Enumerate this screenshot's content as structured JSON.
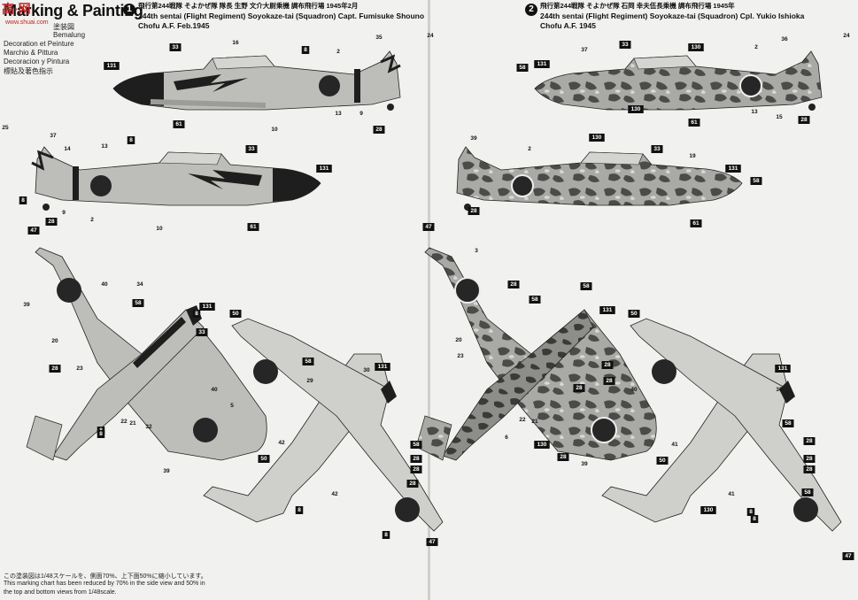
{
  "header": {
    "title": "Marking & Painting",
    "title_jp": "塗装図",
    "subtitles": [
      "Bemalung",
      "Decoration et Peinture",
      "Marchio & Pittura",
      "Decoracion y Pintura",
      "標貼及著色指示"
    ]
  },
  "watermark": {
    "brand": "高·网",
    "url": "www.shuai.com"
  },
  "scheme1": {
    "number": "1",
    "caption_jp": "飛行第244戦隊 そよかぜ隊 隊長 生野 文介大尉乗機 調布飛行場 1945年2月",
    "caption_en1": "244th sentai (Flight Regiment) Soyokaze-tai (Squadron) Capt. Fumisuke Shouno",
    "caption_en2": "Chofu A.F. Feb.1945"
  },
  "scheme2": {
    "number": "2",
    "caption_jp": "飛行第244戦隊 そよかぜ隊 石岡 幸夫伍長乗機 調布飛行場 1945年",
    "caption_en1": "244th sentai (Flight Regiment) Soyokaze-tai (Squadron) Cpl. Yukio Ishioka",
    "caption_en2": "Chofu A.F. 1945"
  },
  "footer": {
    "line1": "この塗装図は1/48スケールを、側面70%、上下面50%に縮小しています。",
    "line2": "This marking chart has been reduced by 70% in the side view and 50% in",
    "line3": "the top and bottom views from 1/48scale."
  },
  "callouts_left": [
    "131",
    "33",
    "16",
    "8",
    "35",
    "24",
    "2",
    "13",
    "61",
    "9",
    "10",
    "28",
    "25",
    "37",
    "14",
    "13",
    "8",
    "33",
    "131",
    "8",
    "28",
    "9",
    "2",
    "10",
    "61",
    "47",
    "40",
    "34",
    "39",
    "58",
    "131",
    "33",
    "20",
    "23",
    "8",
    "28",
    "40",
    "22",
    "21",
    "32",
    "8",
    "5",
    "50",
    "39",
    "50",
    "8",
    "131",
    "30",
    "58",
    "28",
    "28",
    "29",
    "8",
    "58",
    "42",
    "42",
    "28",
    "8",
    "47"
  ],
  "callouts_right": [
    "58",
    "131",
    "37",
    "33",
    "130",
    "2",
    "36",
    "24",
    "13",
    "15",
    "28",
    "130",
    "61",
    "39",
    "130",
    "2",
    "33",
    "19",
    "131",
    "58",
    "61",
    "28",
    "47",
    "3",
    "58",
    "28",
    "58",
    "131",
    "20",
    "23",
    "28",
    "28",
    "28",
    "40",
    "6",
    "22",
    "21",
    "130",
    "28",
    "39",
    "50",
    "50",
    "8",
    "131",
    "30",
    "58",
    "28",
    "28",
    "41",
    "41",
    "130",
    "8",
    "28",
    "58",
    "47"
  ],
  "colors": {
    "paper": "#f1f1ef",
    "gray_fuselage": "#b6b6b2",
    "black_panel": "#1a1a1a",
    "hinomaru": "#262626",
    "camo_light": "#a7a7a3",
    "camo_dark": "#4a4a48"
  }
}
